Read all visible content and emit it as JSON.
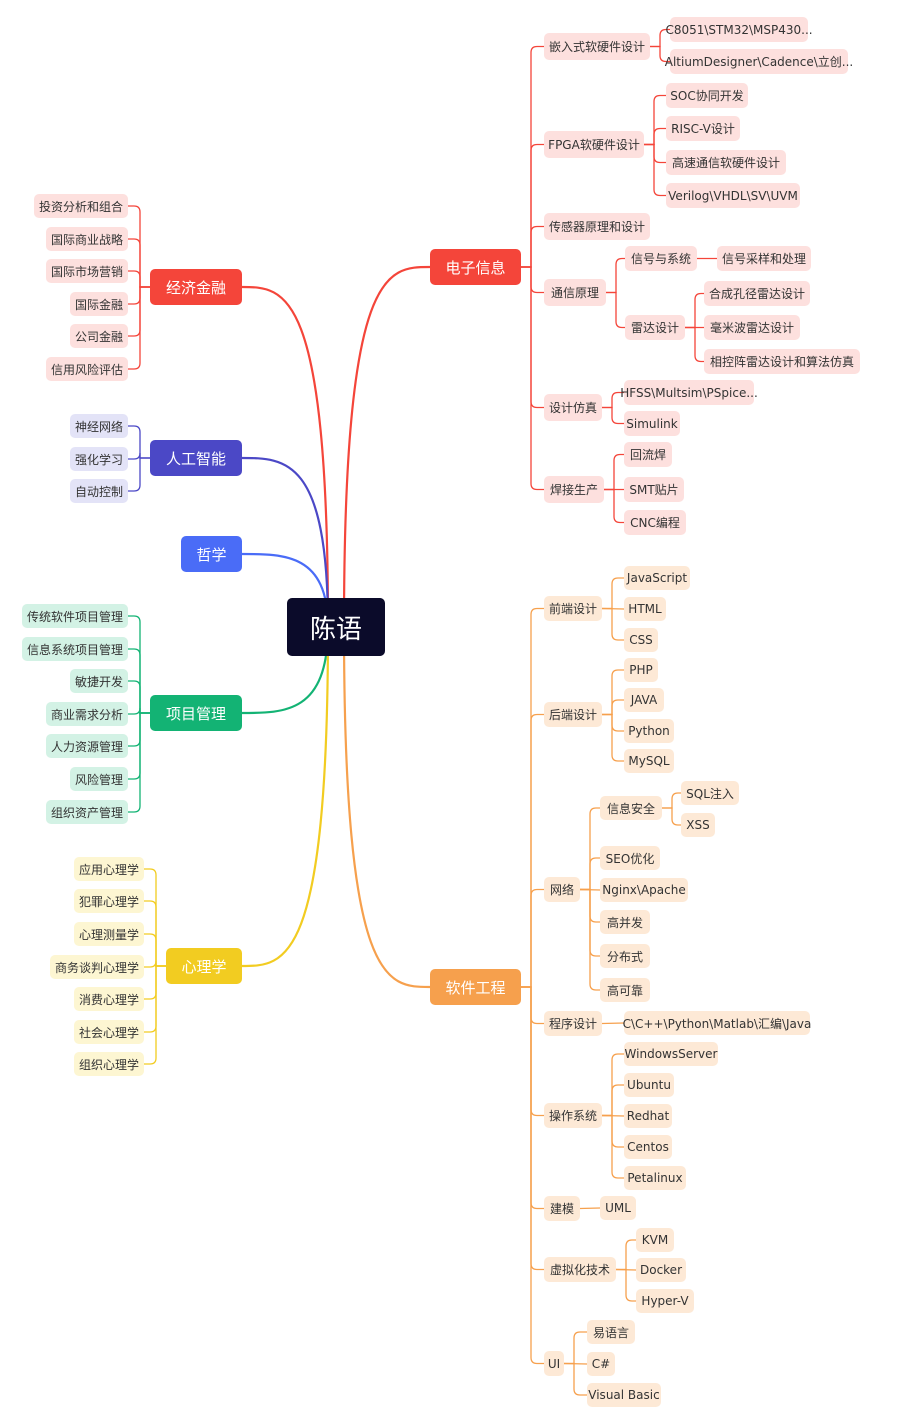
{
  "root": {
    "label": "陈语"
  },
  "colors": {
    "electronics": "#f4453a",
    "economics": "#f4453a",
    "ai": "#4b48c6",
    "philosophy": "#4a6cf7",
    "pm": "#13b374",
    "psychology": "#f2cc21",
    "software": "#f6a04d"
  },
  "branches": [
    {
      "key": "electronics",
      "side": "right",
      "label": "电子信息",
      "children": [
        {
          "label": "嵌入式软硬件设计",
          "children": [
            {
              "label": "C8051\\STM32\\MSP430..."
            },
            {
              "label": "AltiumDesigner\\Cadence\\立创..."
            }
          ]
        },
        {
          "label": "FPGA软硬件设计",
          "children": [
            {
              "label": "SOC协同开发"
            },
            {
              "label": "RISC-V设计"
            },
            {
              "label": "高速通信软硬件设计"
            },
            {
              "label": "Verilog\\VHDL\\SV\\UVM"
            }
          ]
        },
        {
          "label": "传感器原理和设计"
        },
        {
          "label": "通信原理",
          "children": [
            {
              "label": "信号与系统",
              "children": [
                {
                  "label": "信号采样和处理"
                }
              ]
            },
            {
              "label": "雷达设计",
              "children": [
                {
                  "label": "合成孔径雷达设计"
                },
                {
                  "label": "毫米波雷达设计"
                },
                {
                  "label": "相控阵雷达设计和算法仿真"
                }
              ]
            }
          ]
        },
        {
          "label": "设计仿真",
          "children": [
            {
              "label": "HFSS\\Multsim\\PSpice..."
            },
            {
              "label": "Simulink"
            }
          ]
        },
        {
          "label": "焊接生产",
          "children": [
            {
              "label": "回流焊"
            },
            {
              "label": "SMT贴片"
            },
            {
              "label": "CNC编程"
            }
          ]
        }
      ]
    },
    {
      "key": "software",
      "side": "right",
      "label": "软件工程",
      "children": [
        {
          "label": "前端设计",
          "children": [
            {
              "label": "JavaScript"
            },
            {
              "label": "HTML"
            },
            {
              "label": "CSS"
            }
          ]
        },
        {
          "label": "后端设计",
          "children": [
            {
              "label": "PHP"
            },
            {
              "label": "JAVA"
            },
            {
              "label": "Python"
            },
            {
              "label": "MySQL"
            }
          ]
        },
        {
          "label": "网络",
          "children": [
            {
              "label": "信息安全",
              "children": [
                {
                  "label": "SQL注入"
                },
                {
                  "label": "XSS"
                }
              ]
            },
            {
              "label": "SEO优化"
            },
            {
              "label": "Nginx\\Apache"
            },
            {
              "label": "高并发"
            },
            {
              "label": "分布式"
            },
            {
              "label": "高可靠"
            }
          ]
        },
        {
          "label": "程序设计",
          "children": [
            {
              "label": "C\\C++\\Python\\Matlab\\汇编\\Java"
            }
          ]
        },
        {
          "label": "操作系统",
          "children": [
            {
              "label": "WindowsServer"
            },
            {
              "label": "Ubuntu"
            },
            {
              "label": "Redhat"
            },
            {
              "label": "Centos"
            },
            {
              "label": "Petalinux"
            }
          ]
        },
        {
          "label": "建模",
          "children": [
            {
              "label": "UML"
            }
          ]
        },
        {
          "label": "虚拟化技术",
          "children": [
            {
              "label": "KVM"
            },
            {
              "label": "Docker"
            },
            {
              "label": "Hyper-V"
            }
          ]
        },
        {
          "label": "UI",
          "children": [
            {
              "label": "易语言"
            },
            {
              "label": "C#"
            },
            {
              "label": "Visual Basic"
            }
          ]
        }
      ]
    },
    {
      "key": "economics",
      "side": "left",
      "label": "经济金融",
      "children": [
        {
          "label": "投资分析和组合"
        },
        {
          "label": "国际商业战略"
        },
        {
          "label": "国际市场营销"
        },
        {
          "label": "国际金融"
        },
        {
          "label": "公司金融"
        },
        {
          "label": "信用风险评估"
        }
      ]
    },
    {
      "key": "ai",
      "side": "left",
      "label": "人工智能",
      "children": [
        {
          "label": "神经网络"
        },
        {
          "label": "强化学习"
        },
        {
          "label": "自动控制"
        }
      ]
    },
    {
      "key": "philosophy",
      "side": "left",
      "label": "哲学",
      "children": []
    },
    {
      "key": "pm",
      "side": "left",
      "label": "项目管理",
      "children": [
        {
          "label": "传统软件项目管理"
        },
        {
          "label": "信息系统项目管理"
        },
        {
          "label": "敏捷开发"
        },
        {
          "label": "商业需求分析"
        },
        {
          "label": "人力资源管理"
        },
        {
          "label": "风险管理"
        },
        {
          "label": "组织资产管理"
        }
      ]
    },
    {
      "key": "psychology",
      "side": "left",
      "label": "心理学",
      "children": [
        {
          "label": "应用心理学"
        },
        {
          "label": "犯罪心理学"
        },
        {
          "label": "心理测量学"
        },
        {
          "label": "商务谈判心理学"
        },
        {
          "label": "消费心理学"
        },
        {
          "label": "社会心理学"
        },
        {
          "label": "组织心理学"
        }
      ]
    }
  ]
}
